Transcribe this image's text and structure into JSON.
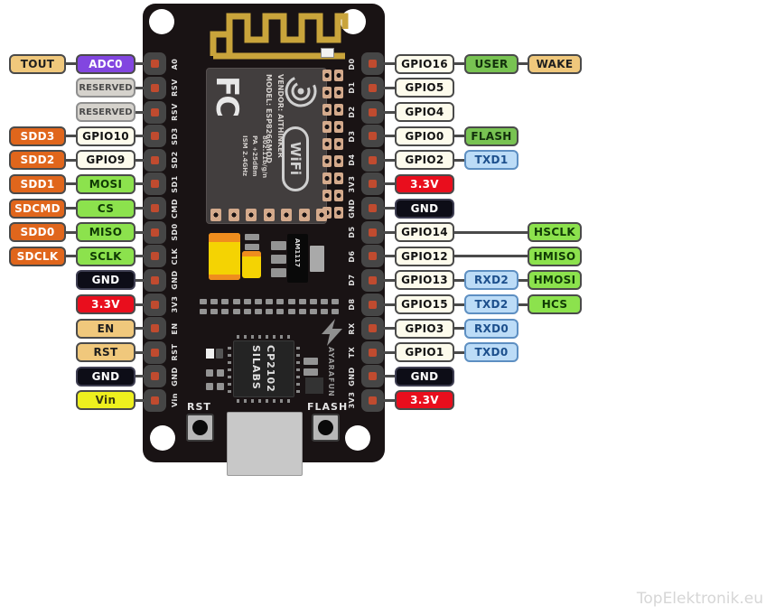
{
  "watermark": "TopElektronik.eu",
  "palette": {
    "board_bg": "#191314",
    "module_bg": "#423e3e",
    "antenna": "#c9a43b",
    "pad_ring": "#d4aa8c",
    "pin_block": "#464646",
    "pin_dot": "#c04b2f",
    "line": "#4a4a4a",
    "silk": "#e3e3e3",
    "usb": "#c8c8c8",
    "button": "#b7b7b7",
    "watermark": "#d6d6d6",
    "yellow_cap": "#f4d303",
    "cap_stripe": "#ef8d1e"
  },
  "label_styles": {
    "tan": {
      "bg": "#f0c87c",
      "fg": "#1f1f1f",
      "bd": "#4a4a4a"
    },
    "purple": {
      "bg": "#8246e0",
      "fg": "#ffffff",
      "bd": "#4a4a4a"
    },
    "reserved": {
      "bg": "#d5d2cc",
      "fg": "#4c4c4c",
      "bd": "#8f8f8f"
    },
    "orange": {
      "bg": "#e0661c",
      "fg": "#ffffff",
      "bd": "#4a4a4a"
    },
    "cream": {
      "bg": "#fdfbec",
      "fg": "#141414",
      "bd": "#4a4a4a"
    },
    "green": {
      "bg": "#8ce24d",
      "fg": "#103a05",
      "bd": "#4a4a4a"
    },
    "green2": {
      "bg": "#78c352",
      "fg": "#12300c",
      "bd": "#4a4a4a"
    },
    "black": {
      "bg": "#0d0d17",
      "fg": "#ffffff",
      "bd": "#3e3e52"
    },
    "red": {
      "bg": "#e90e1d",
      "fg": "#ffffff",
      "bd": "#4a4a4a"
    },
    "yellow": {
      "bg": "#eef01e",
      "fg": "#3a3a10",
      "bd": "#4a4a4a"
    },
    "blue": {
      "bg": "#bcdcf7",
      "fg": "#1c4f8c",
      "bd": "#5d8fc2"
    }
  },
  "pinout": {
    "left_rows": [
      [
        {
          "text": "TOUT",
          "col": 0,
          "style": "tan"
        },
        {
          "text": "ADC0",
          "col": 1,
          "style": "purple"
        }
      ],
      [
        {
          "text": "RESERVED",
          "col": 1,
          "style": "reserved"
        }
      ],
      [
        {
          "text": "RESERVED",
          "col": 1,
          "style": "reserved"
        }
      ],
      [
        {
          "text": "SDD3",
          "col": 0,
          "style": "orange"
        },
        {
          "text": "GPIO10",
          "col": 1,
          "style": "cream"
        }
      ],
      [
        {
          "text": "SDD2",
          "col": 0,
          "style": "orange"
        },
        {
          "text": "GPIO9",
          "col": 1,
          "style": "cream"
        }
      ],
      [
        {
          "text": "SDD1",
          "col": 0,
          "style": "orange"
        },
        {
          "text": "MOSI",
          "col": 1,
          "style": "green"
        }
      ],
      [
        {
          "text": "SDCMD",
          "col": 0,
          "style": "orange"
        },
        {
          "text": "CS",
          "col": 1,
          "style": "green"
        }
      ],
      [
        {
          "text": "SDD0",
          "col": 0,
          "style": "orange"
        },
        {
          "text": "MISO",
          "col": 1,
          "style": "green"
        }
      ],
      [
        {
          "text": "SDCLK",
          "col": 0,
          "style": "orange"
        },
        {
          "text": "SCLK",
          "col": 1,
          "style": "green"
        }
      ],
      [
        {
          "text": "GND",
          "col": 1,
          "style": "black"
        }
      ],
      [
        {
          "text": "3.3V",
          "col": 1,
          "style": "red"
        }
      ],
      [
        {
          "text": "EN",
          "col": 1,
          "style": "tan"
        }
      ],
      [
        {
          "text": "RST",
          "col": 1,
          "style": "tan"
        }
      ],
      [
        {
          "text": "GND",
          "col": 1,
          "style": "black"
        }
      ],
      [
        {
          "text": "Vin",
          "col": 1,
          "style": "yellow"
        }
      ]
    ],
    "right_rows": [
      [
        {
          "text": "GPIO16",
          "col": 0,
          "style": "cream"
        },
        {
          "text": "USER",
          "col": 1,
          "style": "green2"
        },
        {
          "text": "WAKE",
          "col": 2,
          "style": "tan"
        }
      ],
      [
        {
          "text": "GPIO5",
          "col": 0,
          "style": "cream"
        }
      ],
      [
        {
          "text": "GPIO4",
          "col": 0,
          "style": "cream"
        }
      ],
      [
        {
          "text": "GPIO0",
          "col": 0,
          "style": "cream"
        },
        {
          "text": "FLASH",
          "col": 1,
          "style": "green2"
        }
      ],
      [
        {
          "text": "GPIO2",
          "col": 0,
          "style": "cream"
        },
        {
          "text": "TXD1",
          "col": 1,
          "style": "blue"
        }
      ],
      [
        {
          "text": "3.3V",
          "col": 0,
          "style": "red"
        }
      ],
      [
        {
          "text": "GND",
          "col": 0,
          "style": "black"
        }
      ],
      [
        {
          "text": "GPIO14",
          "col": 0,
          "style": "cream"
        },
        {
          "text": "HSCLK",
          "col": 2,
          "style": "green"
        }
      ],
      [
        {
          "text": "GPIO12",
          "col": 0,
          "style": "cream"
        },
        {
          "text": "HMISO",
          "col": 2,
          "style": "green"
        }
      ],
      [
        {
          "text": "GPIO13",
          "col": 0,
          "style": "cream"
        },
        {
          "text": "RXD2",
          "col": 1,
          "style": "blue"
        },
        {
          "text": "HMOSI",
          "col": 2,
          "style": "green"
        }
      ],
      [
        {
          "text": "GPIO15",
          "col": 0,
          "style": "cream"
        },
        {
          "text": "TXD2",
          "col": 1,
          "style": "blue"
        },
        {
          "text": "HCS",
          "col": 2,
          "style": "green"
        }
      ],
      [
        {
          "text": "GPIO3",
          "col": 0,
          "style": "cream"
        },
        {
          "text": "RXD0",
          "col": 1,
          "style": "blue"
        }
      ],
      [
        {
          "text": "GPIO1",
          "col": 0,
          "style": "cream"
        },
        {
          "text": "TXD0",
          "col": 1,
          "style": "blue"
        }
      ],
      [
        {
          "text": "GND",
          "col": 0,
          "style": "black"
        }
      ],
      [
        {
          "text": "3.3V",
          "col": 0,
          "style": "red"
        }
      ]
    ]
  },
  "board": {
    "left_edge_pins": [
      "A0",
      "RSV",
      "RSV",
      "SD3",
      "SD2",
      "SD1",
      "CMD",
      "SD0",
      "CLK",
      "GND",
      "3V3",
      "EN",
      "RST",
      "GND",
      "Vin"
    ],
    "right_edge_pins": [
      "D0",
      "D1",
      "D2",
      "D3",
      "D4",
      "3V3",
      "GND",
      "D5",
      "D6",
      "D7",
      "D8",
      "RX",
      "TX",
      "GND",
      "3V3"
    ],
    "module": {
      "fcc": "FC",
      "wifi": "WiFi",
      "model_line": "MODEL: ESP8266MOD",
      "vendor_line": "VENDOR: AITHINKER",
      "spec_lines": [
        "ISM 2.4GHz",
        "PA +25dBm",
        "802.11b/g/n"
      ]
    },
    "regulator": "AM1117",
    "usb_chip": [
      "SILABS",
      "CP2102"
    ],
    "brand_vertical": "AYARAFUN",
    "silk_rst": "RST",
    "silk_flash": "FLASH"
  }
}
